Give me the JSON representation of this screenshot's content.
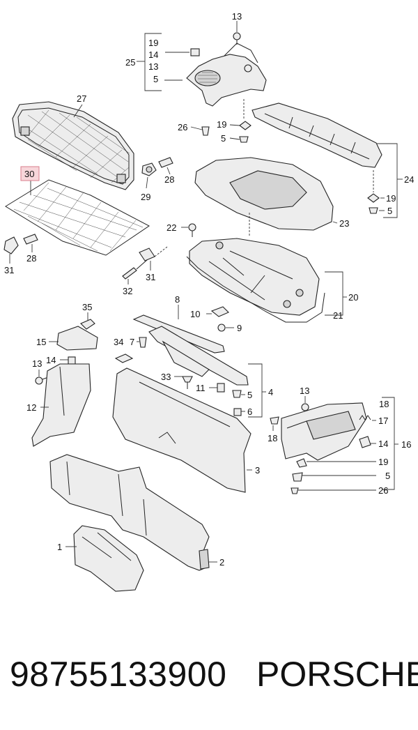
{
  "callouts": {
    "c1": "1",
    "c2": "2",
    "c3": "3",
    "c4": "4",
    "c5": "5",
    "c6": "6",
    "c7": "7",
    "c8": "8",
    "c9": "9",
    "c10": "10",
    "c11": "11",
    "c12": "12",
    "c13": "13",
    "c14": "14",
    "c15": "15",
    "c16": "16",
    "c17": "17",
    "c18": "18",
    "c19": "19",
    "c20": "20",
    "c21": "21",
    "c22": "22",
    "c23": "23",
    "c24": "24",
    "c25": "25",
    "c26": "26",
    "c27": "27",
    "c28": "28",
    "c29": "29",
    "c30": "30",
    "c31": "31",
    "c32": "32",
    "c33": "33",
    "c34": "34",
    "c35": "35"
  },
  "highlighted_callout": "30",
  "footer": {
    "part_number": "98755133900",
    "brand": "PORSCHE"
  }
}
